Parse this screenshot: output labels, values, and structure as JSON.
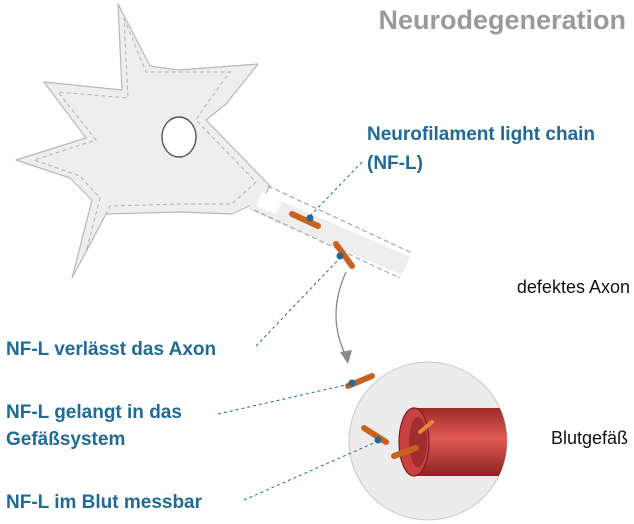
{
  "title": "Neurodegeneration",
  "labels": {
    "nfl_line1": "Neurofilament light chain",
    "nfl_line2": "(NF-L)",
    "leaves_axon": "NF-L verlässt das Axon",
    "enters_vessel_line1": "NF-L gelangt in das",
    "enters_vessel_line2": "Gefäßsystem",
    "measurable": "NF-L im Blut messbar",
    "defective_axon": "defektes Axon",
    "blood_vessel": "Blutgefäß"
  },
  "colors": {
    "title": "#9a9a9a",
    "label_blue": "#1f6a96",
    "neuron_fill": "#eeeeee",
    "protein_orange": "#c8621f",
    "protein_dot": "#1f6a96",
    "vessel_red": "#c83a3a",
    "circle_fill": "#ececec"
  }
}
